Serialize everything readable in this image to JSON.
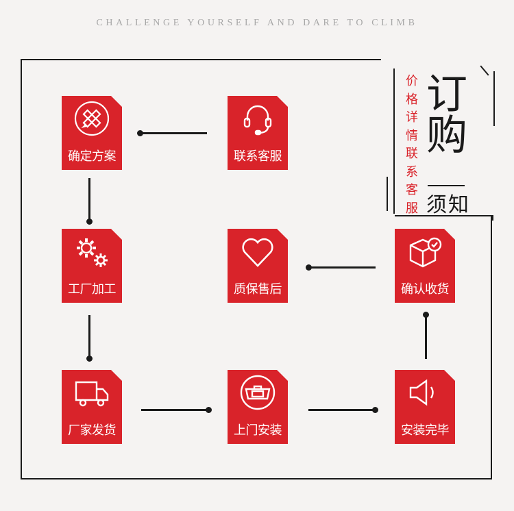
{
  "tagline": "CHALLENGE YOURSELF AND DARE TO CLIMB",
  "title": {
    "side": "价格详情联系客服",
    "big": "订购",
    "small": "须知"
  },
  "steps": [
    {
      "label": "确定方案",
      "icon": "pencil-ruler-icon"
    },
    {
      "label": "联系客服",
      "icon": "headset-icon"
    },
    {
      "label": "工厂加工",
      "icon": "gears-icon"
    },
    {
      "label": "质保售后",
      "icon": "heart-icon"
    },
    {
      "label": "确认收货",
      "icon": "box-check-icon"
    },
    {
      "label": "厂家发货",
      "icon": "truck-icon"
    },
    {
      "label": "上门安装",
      "icon": "toolbox-icon"
    },
    {
      "label": "安装完毕",
      "icon": "speaker-icon"
    }
  ],
  "colors": {
    "accent": "#d9232a",
    "line": "#1a1a1a",
    "background": "#f5f3f2"
  }
}
